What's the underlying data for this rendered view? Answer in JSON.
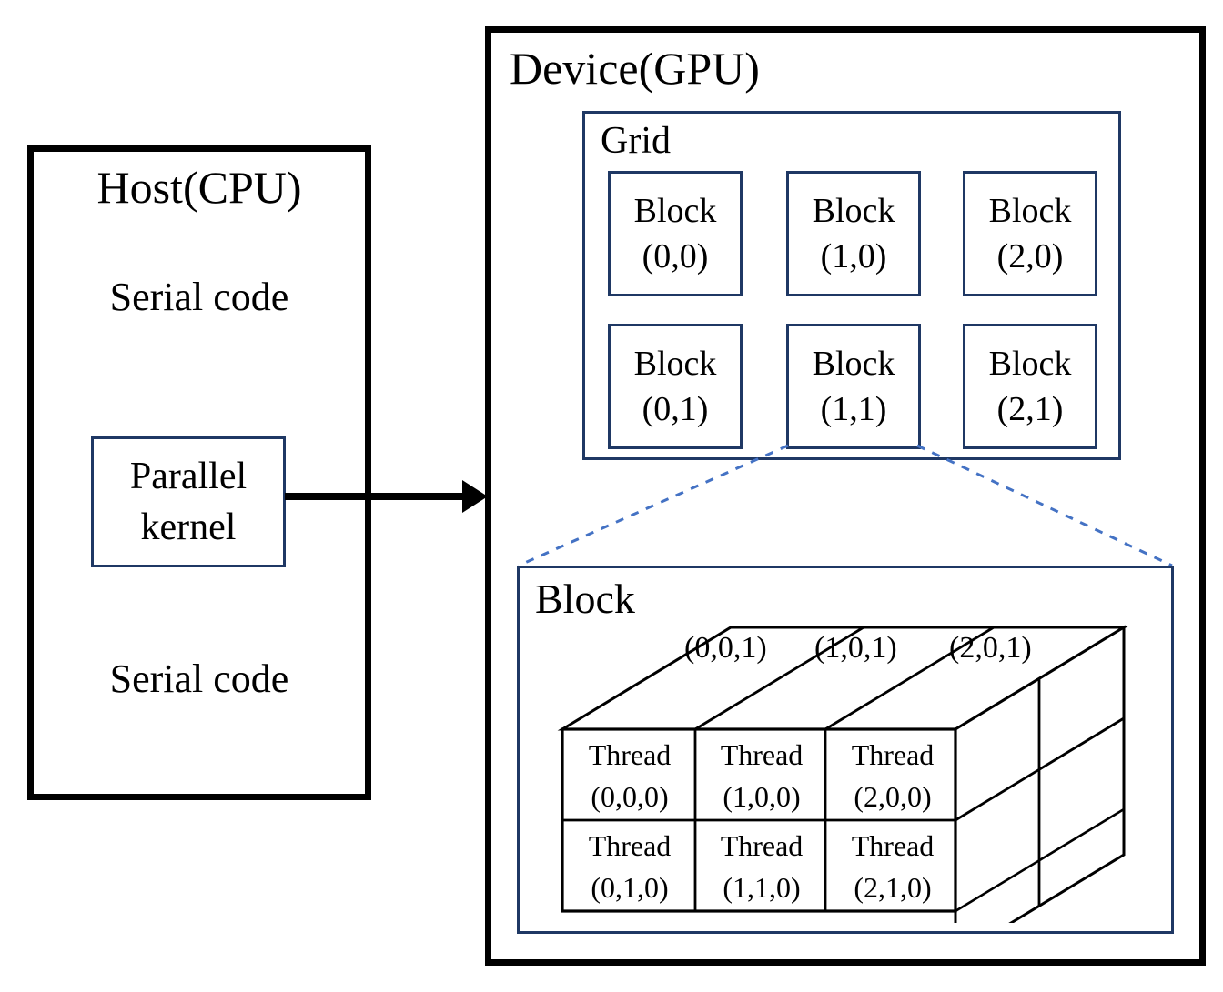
{
  "figure": {
    "title": "CUDA Host-Device Execution and Thread Hierarchy",
    "colors": {
      "outer_border": "#000000",
      "inner_border": "#1f3864",
      "dashed_connector": "#4472c4",
      "background": "#ffffff"
    }
  },
  "host": {
    "title": "Host(CPU)",
    "serial_code_top": "Serial code",
    "serial_code_bottom": "Serial code",
    "parallel_kernel": {
      "line1": "Parallel",
      "line2": "kernel"
    }
  },
  "device": {
    "title": "Device(GPU)",
    "grid": {
      "title": "Grid",
      "blocks": [
        {
          "label": "Block",
          "index": "(0,0)"
        },
        {
          "label": "Block",
          "index": "(1,0)"
        },
        {
          "label": "Block",
          "index": "(2,0)"
        },
        {
          "label": "Block",
          "index": "(0,1)"
        },
        {
          "label": "Block",
          "index": "(1,1)"
        },
        {
          "label": "Block",
          "index": "(2,1)"
        }
      ]
    },
    "block_detail": {
      "title": "Block",
      "top_face_labels": [
        "(0,0,1)",
        "(1,0,1)",
        "(2,0,1)"
      ],
      "threads": [
        {
          "label": "Thread",
          "index": "(0,0,0)"
        },
        {
          "label": "Thread",
          "index": "(1,0,0)"
        },
        {
          "label": "Thread",
          "index": "(2,0,0)"
        },
        {
          "label": "Thread",
          "index": "(0,1,0)"
        },
        {
          "label": "Thread",
          "index": "(1,1,0)"
        },
        {
          "label": "Thread",
          "index": "(2,1,0)"
        }
      ]
    }
  }
}
